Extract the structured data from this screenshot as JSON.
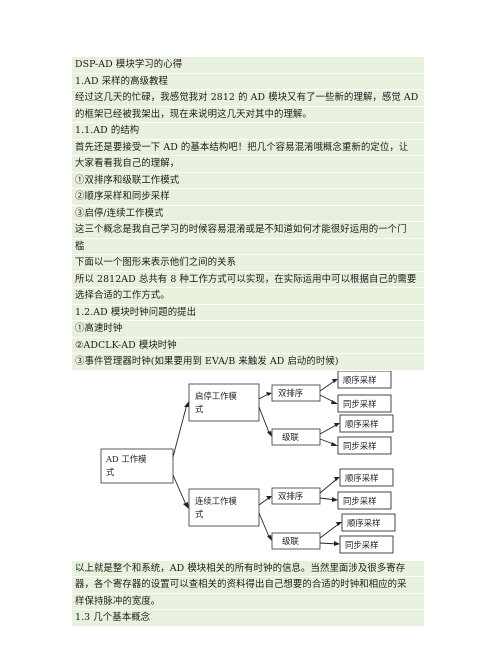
{
  "doc": {
    "title": "DSP-AD 模块学习的心得",
    "sec1": "1.AD 采样的高级教程",
    "p1a": "经过这几天的忙碌，我感觉我对 2812 的 AD 模块又有了一些新的理解，感觉 AD",
    "p1b": "的框架已经被我架出，现在来说明这几天对其中的理解。",
    "sec11": "1.1.AD 的结构",
    "p2a": "首先还是要接受一下 AD 的基本结构吧！把几个容易混淆哦概念重新的定位，让",
    "p2b": "大家看看我自己的理解，",
    "item1": "①双排序和级联工作模式",
    "item2": "②顺序采样和同步采样",
    "item3": "③启停/连续工作模式",
    "p3a": "这三个概念是我自己学习的时候容易混淆或是不知道如何才能很好运用的一个门",
    "p3b": "槛",
    "p4": "下面以一个图形来表示他们之间的关系",
    "p5a": "所以 2812AD 总共有 8 种工作方式可以实现，在实际运用中可以根据自己的需要",
    "p5b": "选择合适的工作方式。",
    "sec12": "1.2.AD 模块时钟问题的提出",
    "clk1": "①高速时钟",
    "clk2": "②ADCLK-AD 模块时钟",
    "clk3": "③事件管理器时钟(如果要用到 EVA/B 来触发 AD 启动的时候)",
    "p6a": "以上就是整个和系统，AD 模块相关的所有时钟的信息。当然里面涉及很多寄存",
    "p6b": "器，各个寄存器的设置可以查相关的资料得出自己想要的合适的时钟和相应的采",
    "p6c": "样保持脉冲的宽度。",
    "sec13": "1.3 几个基本概念"
  },
  "diagram": {
    "root_1": "AD 工作模",
    "root_2": "式",
    "startstop_1": "启停工作模",
    "startstop_2": "式",
    "continuous_1": "连续工作模",
    "continuous_2": "式",
    "dual_seq": "双排序",
    "cascade": "级联",
    "sequential": "顺序采样",
    "simultaneous": "同步采样"
  }
}
